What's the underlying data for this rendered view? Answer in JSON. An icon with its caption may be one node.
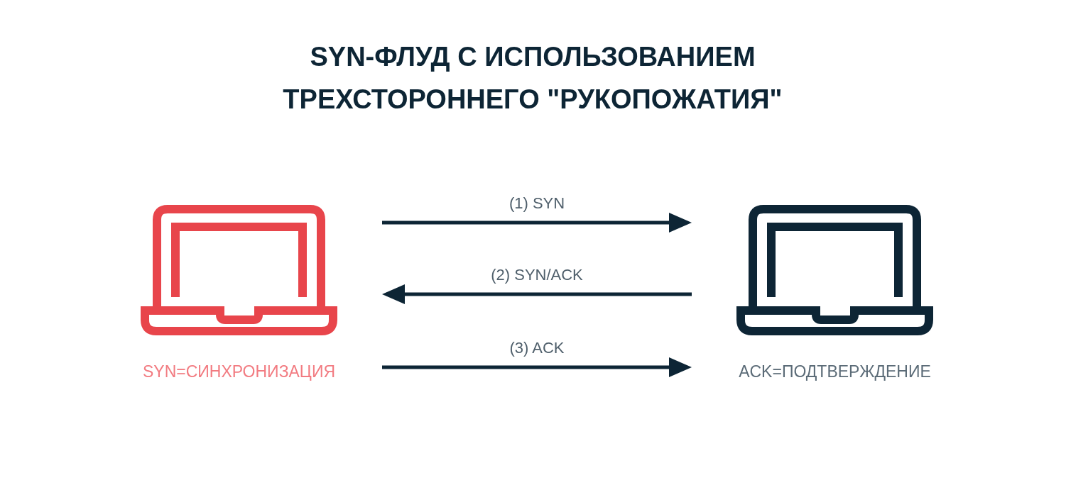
{
  "diagram": {
    "title": "SYN-ФЛУД С ИСПОЛЬЗОВАНИЕМ ТРЕХСТОРОННЕГО \"РУКОПОЖАТИЯ\"",
    "nodes": [
      {
        "text": [],
        "shape": "laptop",
        "beside": [
          "SYN=СИНХРОНИЗАЦИЯ"
        ]
      },
      {
        "text": [],
        "shape": "laptop",
        "beside": [
          "ACK=ПОДТВЕРЖДЕНИЕ"
        ]
      }
    ],
    "edges": [
      {
        "from": 0,
        "to": 1,
        "arrow": "to",
        "label": "(1) SYN"
      },
      {
        "from": 1,
        "to": 0,
        "arrow": "to",
        "label": "(2) SYN/ACK"
      },
      {
        "from": 0,
        "to": 1,
        "arrow": "to",
        "label": "(3) ACK"
      }
    ]
  }
}
